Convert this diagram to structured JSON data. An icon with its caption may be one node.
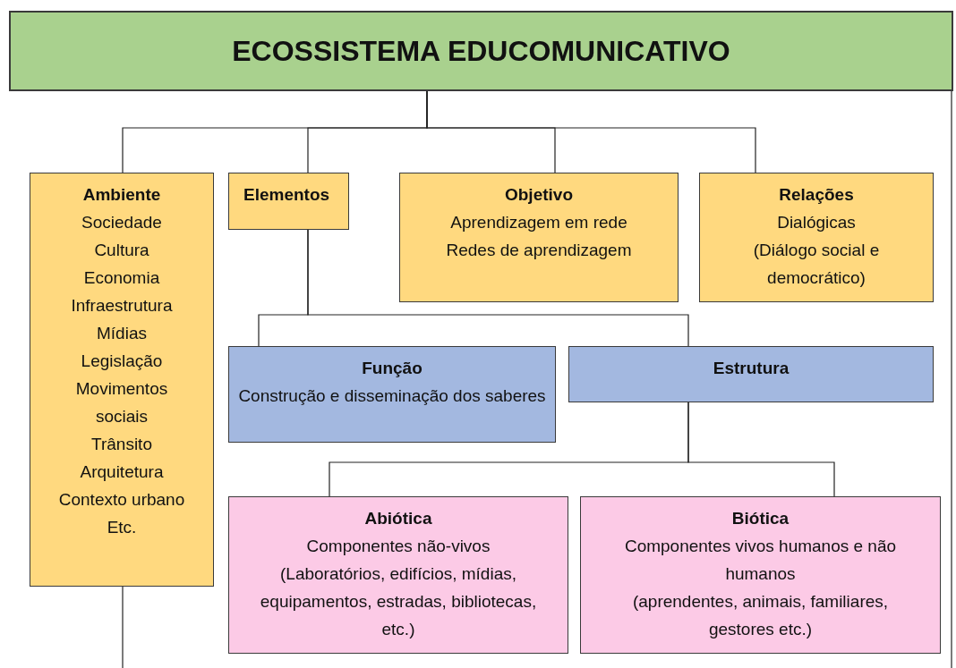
{
  "diagram": {
    "nodes": [
      {
        "text": [
          "ECOSSISTEMA EDUCOMUNICATIVO"
        ]
      },
      {
        "text": [
          "Ambiente",
          "Sociedade",
          "Cultura",
          "Economia",
          "Infraestrutura",
          "Mídias",
          "Legislação",
          "Movimentos sociais",
          "Trânsito",
          "Arquitetura",
          "Contexto urbano",
          "Etc."
        ]
      },
      {
        "text": [
          "Elementos"
        ]
      },
      {
        "text": [
          "Objetivo",
          "Aprendizagem em rede",
          "Redes de aprendizagem"
        ]
      },
      {
        "text": [
          "Relações",
          "Dialógicas",
          "(Diálogo social e democrático)"
        ]
      },
      {
        "text": [
          "Função",
          "Construção e disseminação dos saberes"
        ]
      },
      {
        "text": [
          "Estrutura"
        ]
      },
      {
        "text": [
          "Abiótica",
          "Componentes não-vivos",
          "(Laboratórios, edifícios, mídias, equipamentos, estradas, bibliotecas, etc.)"
        ]
      },
      {
        "text": [
          "Biótica",
          "Componentes vivos humanos e não humanos",
          "(aprendentes, animais, familiares, gestores etc.)"
        ]
      }
    ],
    "edges": [
      {
        "from": 0,
        "to": 1,
        "arrow": "none"
      },
      {
        "from": 0,
        "to": 2,
        "arrow": "none"
      },
      {
        "from": 0,
        "to": 3,
        "arrow": "none"
      },
      {
        "from": 0,
        "to": 4,
        "arrow": "none"
      },
      {
        "from": 0,
        "to": null,
        "arrow": "none"
      },
      {
        "from": 2,
        "to": 5,
        "arrow": "none"
      },
      {
        "from": 2,
        "to": 6,
        "arrow": "none"
      },
      {
        "from": 6,
        "to": 7,
        "arrow": "none"
      },
      {
        "from": 6,
        "to": 8,
        "arrow": "none"
      },
      {
        "from": 1,
        "to": null,
        "arrow": "none"
      }
    ]
  }
}
